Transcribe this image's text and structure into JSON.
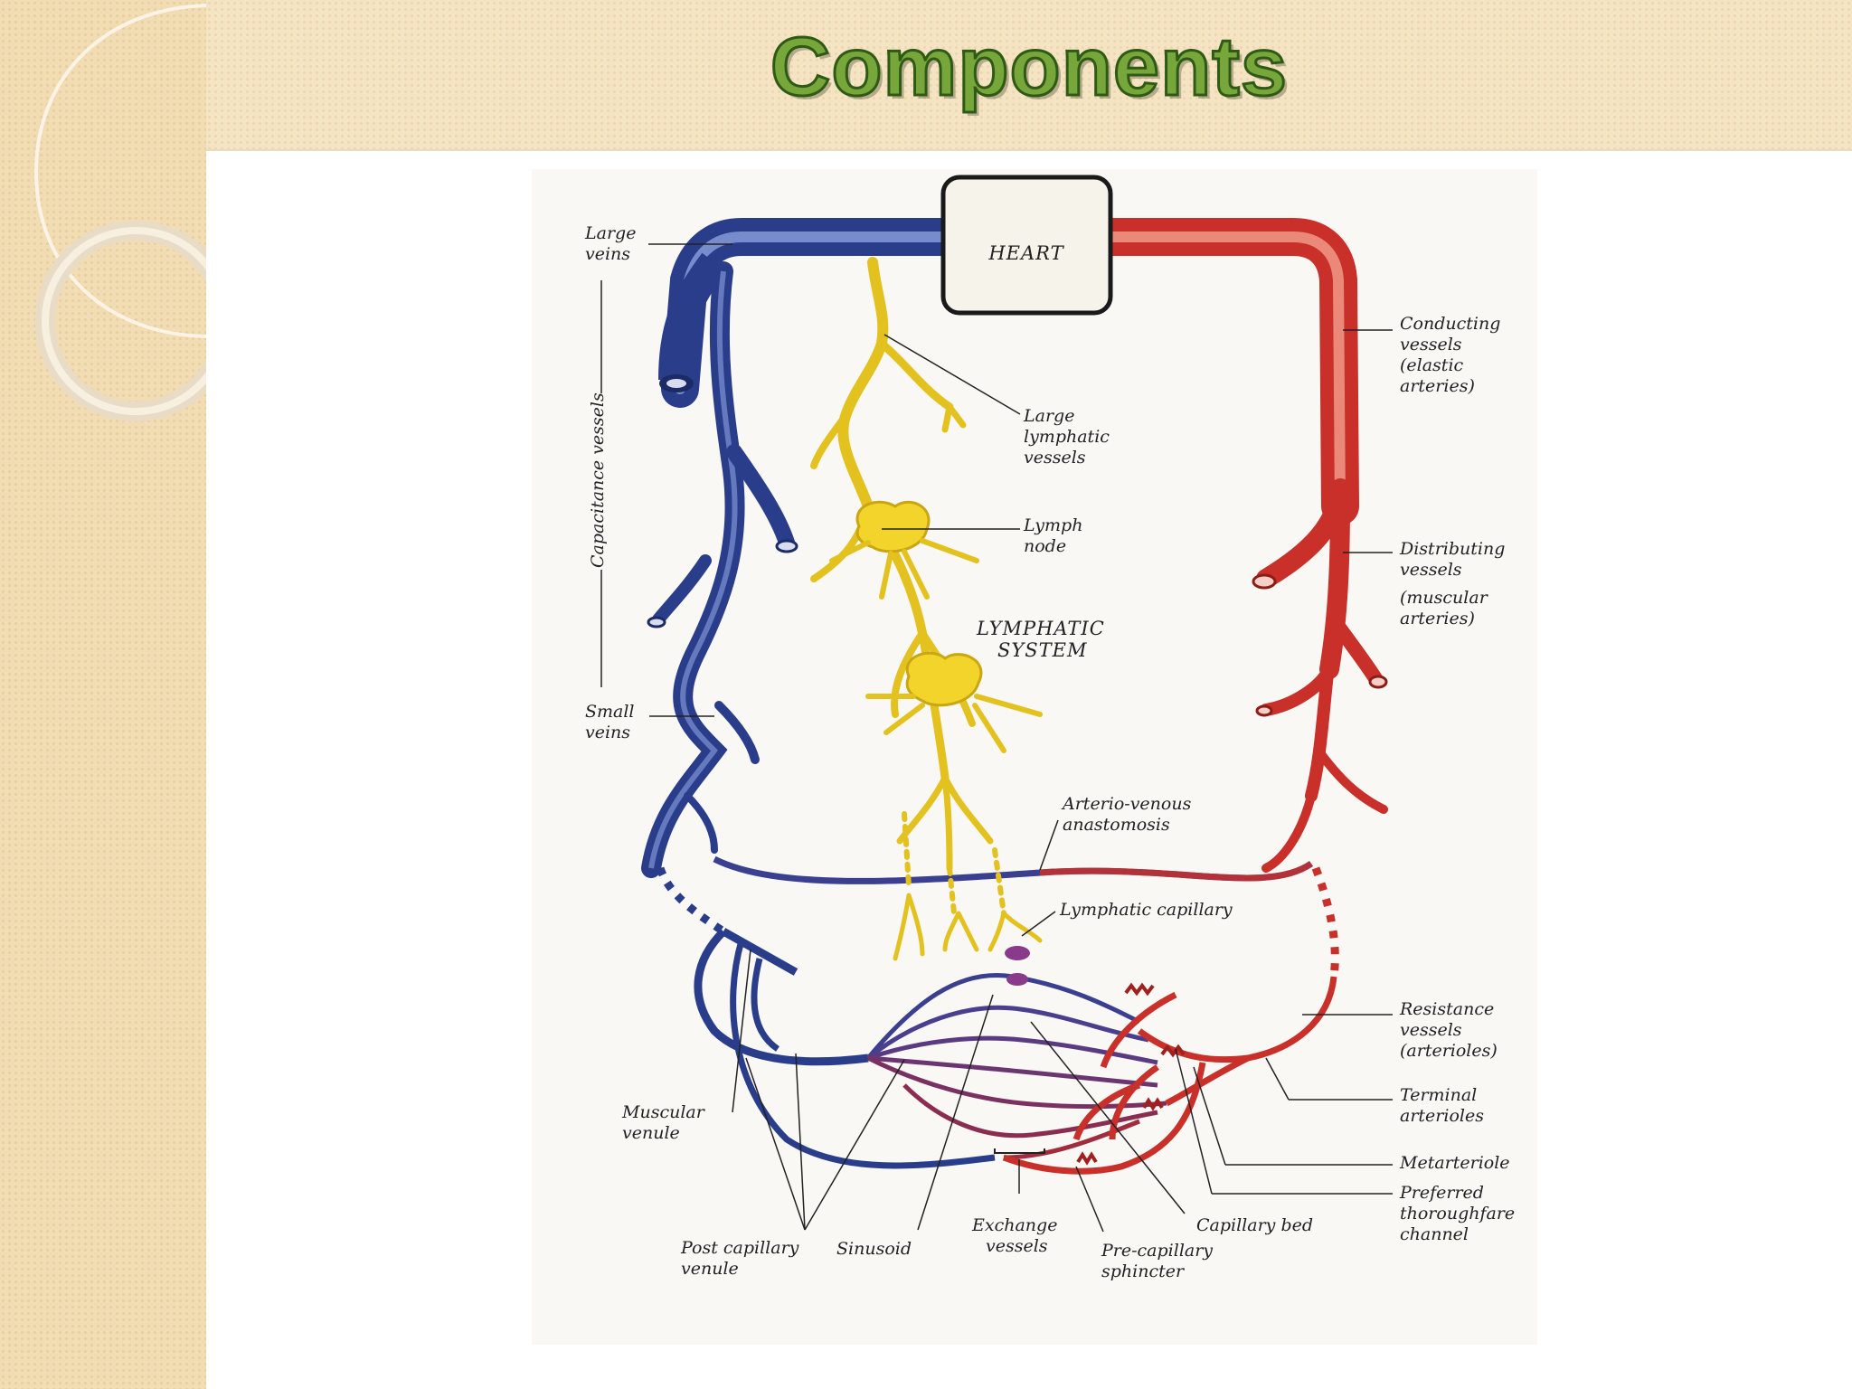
{
  "slide": {
    "title": "Components"
  },
  "diagram": {
    "labels": {
      "heart": "HEART",
      "large_veins_1": "Large",
      "large_veins_2": "veins",
      "capacitance_vessels": "Capacitance vessels",
      "small_veins_1": "Small",
      "small_veins_2": "veins",
      "large_lymphatic_1": "Large",
      "large_lymphatic_2": "lymphatic",
      "large_lymphatic_3": "vessels",
      "lymph_node_1": "Lymph",
      "lymph_node_2": "node",
      "lymphatic_system_1": "LYMPHATIC",
      "lymphatic_system_2": "SYSTEM",
      "conducting_1": "Conducting",
      "conducting_2": "vessels",
      "conducting_3": "(elastic",
      "conducting_4": "arteries)",
      "distributing_1": "Distributing",
      "distributing_2": "vessels",
      "distributing_3": "(muscular",
      "distributing_4": "arteries)",
      "av_anastomosis_1": "Arterio-venous",
      "av_anastomosis_2": "anastomosis",
      "lymphatic_capillary": "Lymphatic capillary",
      "resistance_1": "Resistance",
      "resistance_2": "vessels",
      "resistance_3": "(arterioles)",
      "terminal_1": "Terminal",
      "terminal_2": "arterioles",
      "metarteriole": "Metarteriole",
      "preferred_1": "Preferred",
      "preferred_2": "thoroughfare",
      "preferred_3": "channel",
      "muscular_venule_1": "Muscular",
      "muscular_venule_2": "venule",
      "post_capillary_1": "Post capillary",
      "post_capillary_2": "venule",
      "sinusoid": "Sinusoid",
      "exchange_1": "Exchange",
      "exchange_2": "vessels",
      "precapillary_1": "Pre-capillary",
      "precapillary_2": "sphincter",
      "capillary_bed": "Capillary bed"
    }
  },
  "colors": {
    "vein": "#2e4390",
    "artery": "#d8352a",
    "lymph": "#e8c820",
    "title_fill": "#77a63a",
    "title_stroke": "#2f5a16"
  }
}
